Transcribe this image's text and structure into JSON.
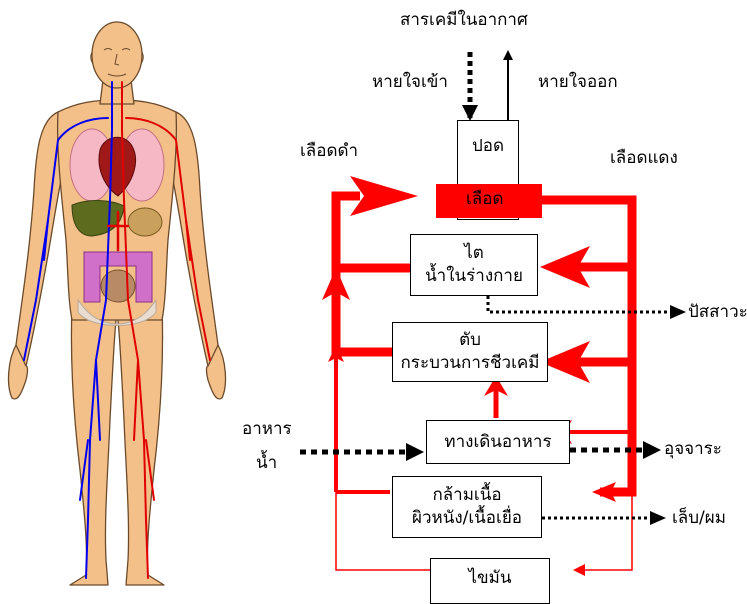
{
  "diagram": {
    "air_chemicals": "สารเคมีในอากาศ",
    "inhale": "หายใจเข้า",
    "exhale": "หายใจออก",
    "lung": "ปอด",
    "blood": "เลือด",
    "venous_blood": "เลือดดำ",
    "arterial_blood": "เลือดแดง",
    "kidney": {
      "line1": "ไต",
      "line2": "น้ำในร่างกาย"
    },
    "liver": {
      "line1": "ตับ",
      "line2": "กระบวนการชีวเคมี"
    },
    "gut": "ทางเดินอาหาร",
    "muscle": {
      "line1": "กล้ามเนื้อ",
      "line2": "ผิวหนัง/เนื้อเยื่อ"
    },
    "fat": "ไขมัน",
    "food": "อาหาร",
    "water": "น้ำ",
    "urine": "ปัสสาวะ",
    "feces": "อุจจาระ",
    "nails_hair": "เล็บ/ผม"
  },
  "colors": {
    "blood_red": "#ff0000",
    "venous_blue": "#0000ee",
    "arterial_red": "#e00000",
    "skin": "#f4c08a",
    "lung_pink": "#f7b8c6",
    "heart": "#a01818",
    "liver": "#5d6b1e",
    "intestine": "#d070c8"
  }
}
